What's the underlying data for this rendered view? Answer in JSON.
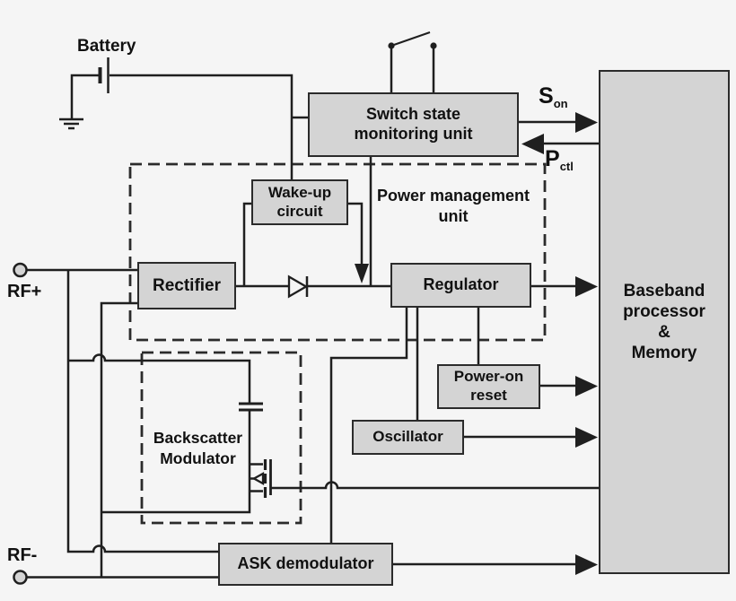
{
  "colors": {
    "background": "#f5f5f5",
    "box_fill": "#d4d4d4",
    "box_border": "#2b2b2b",
    "line": "#1f1f1f",
    "text": "#111111"
  },
  "labels": {
    "battery": "Battery",
    "rf_plus": "RF+",
    "rf_minus": "RF-",
    "s_on": {
      "main": "S",
      "sub": "on"
    },
    "p_ctl": {
      "main": "P",
      "sub": "ctl"
    }
  },
  "blocks": {
    "switch_state_monitoring": {
      "line1": "Switch state",
      "line2": "monitoring unit"
    },
    "wake_up": {
      "line1": "Wake-up",
      "line2": "circuit"
    },
    "rectifier": {
      "label": "Rectifier"
    },
    "regulator": {
      "label": "Regulator"
    },
    "power_on_reset": {
      "line1": "Power-on",
      "line2": "reset"
    },
    "oscillator": {
      "label": "Oscillator"
    },
    "ask_demodulator": {
      "label": "ASK demodulator"
    },
    "baseband": {
      "line1": "Baseband",
      "line2": "processor",
      "line3": "&",
      "line4": "Memory"
    },
    "power_management": {
      "line1": "Power management",
      "line2": "unit"
    },
    "backscatter": {
      "line1": "Backscatter",
      "line2": "Modulator"
    }
  }
}
